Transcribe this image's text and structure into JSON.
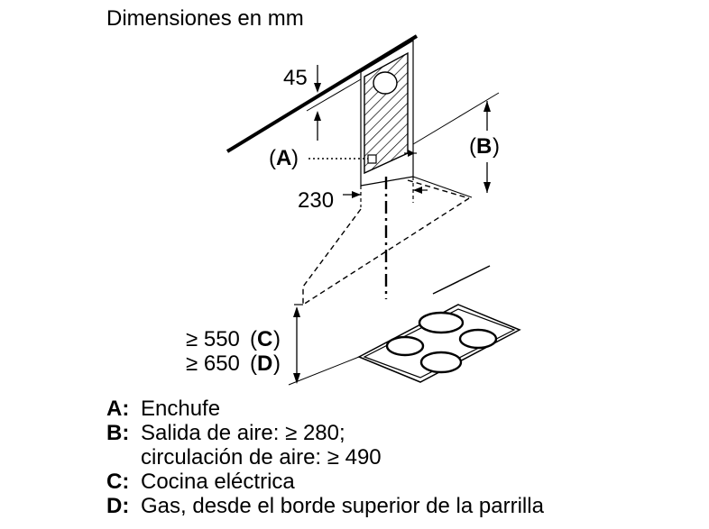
{
  "title": "Dimensiones en mm",
  "diagram": {
    "dim_45": "45",
    "dim_230": "230",
    "label_a": "A",
    "label_b": "B",
    "label_c": "C",
    "label_d": "D",
    "min_c": "≥ 550",
    "min_d": "≥ 650"
  },
  "legend": {
    "a_key": "A:",
    "a_text": "Enchufe",
    "b_key": "B:",
    "b_text_1": "Salida de aire: ≥ 280;",
    "b_text_2": "circulación de aire: ≥ 490",
    "c_key": "C:",
    "c_text": "Cocina eléctrica",
    "d_key": "D:",
    "d_text": "Gas, desde el borde superior de la parrilla"
  }
}
